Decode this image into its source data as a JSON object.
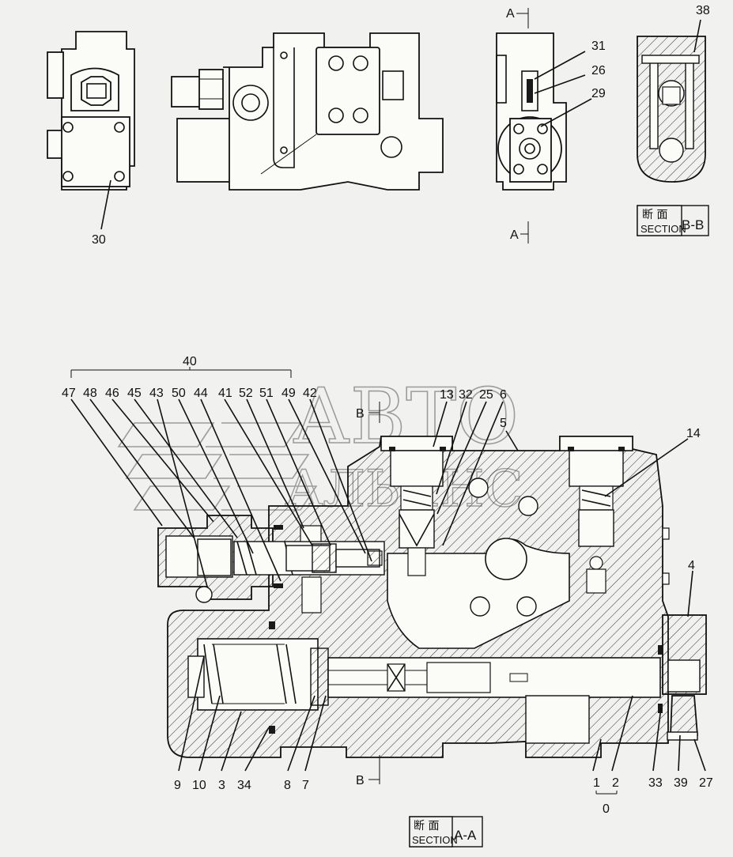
{
  "section_bb": {
    "jp": "断 面",
    "en": "SECTION",
    "tag": "B-B"
  },
  "section_aa": {
    "jp": "断 面",
    "en": "SECTION",
    "tag": "A-A"
  },
  "cut_marks": {
    "a_top": "A",
    "a_bottom": "A",
    "b_top": "B",
    "b_bottom": "B"
  },
  "watermark": {
    "line1": "АВТО",
    "line2": "АЛЬЯНС"
  },
  "top_labels": {
    "l30": "30",
    "l31": "31",
    "l26": "26",
    "l29": "29",
    "l38": "38"
  },
  "group_label": "40",
  "upper_row": [
    "47",
    "48",
    "46",
    "45",
    "43",
    "50",
    "44",
    "41",
    "52",
    "51",
    "49",
    "42"
  ],
  "right_upper": {
    "l13": "13",
    "l32": "32",
    "l25": "25",
    "l6": "6",
    "l5": "5",
    "l14": "14",
    "l4": "4"
  },
  "lower_row": {
    "l9": "9",
    "l10": "10",
    "l3": "3",
    "l34": "34",
    "l8": "8",
    "l7": "7",
    "l1": "1",
    "l2": "2",
    "l0": "0",
    "l33": "33",
    "l39": "39",
    "l27": "27"
  }
}
